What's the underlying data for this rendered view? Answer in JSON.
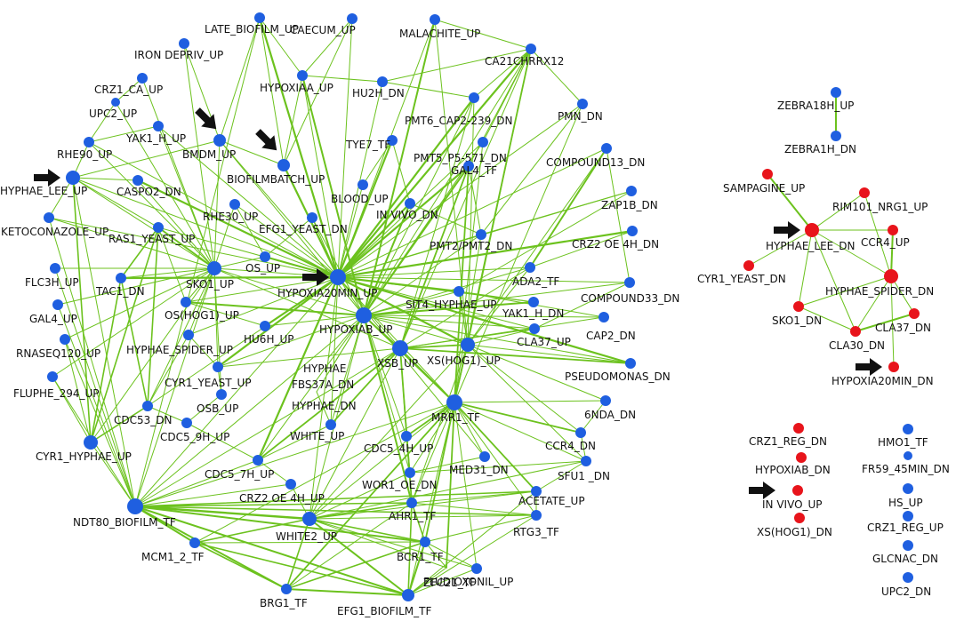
{
  "colors": {
    "edge": "#6cc21e",
    "node_blue": "#1f5fe0",
    "node_red": "#e8141b",
    "arrow": "#111111",
    "label": "#111111"
  },
  "nodes": {
    "late_biofilm_up": "LATE_BIOFILM_UP",
    "caecum_up": "CAECUM_UP",
    "malachite_up": "MALACHITE_UP",
    "iron_depriv_up": "IRON DEPRIV_UP",
    "ca21chrrx12": "CA21CHRRX12",
    "crz1_ca_up": "CRZ1_CA_UP",
    "hypoxiaa_up": "HYPOXIAA_UP",
    "hu2h_dn": "HU2H_DN",
    "upc2_up": "UPC2_UP",
    "pmt6_cap2_239_dn": "PMT6_CAP2-239_DN",
    "pmn_dn": "PMN_DN",
    "yak1_h_up": "YAK1_H_UP",
    "bmdm_up": "BMDM_UP",
    "rhe90_up": "RHE90_UP",
    "tye7_tf": "TYE7_TF",
    "pmt5_p5_571_dn": "PMT5_P5-571_DN",
    "compound13_dn": "COMPOUND13_DN",
    "biofilmbatch_up": "BIOFILMBATCH_UP",
    "hyphae_lee_up": "HYPHAE_LEE_UP",
    "caspo2_dn": "CASPO2_DN",
    "blood_up": "BLOOD_UP",
    "gal4_tf": "GAL4_TF",
    "zap1b_dn": "ZAP1B_DN",
    "rhe30_up": "RHE30_UP",
    "in_vivo_dn": "IN VIVO_DN",
    "ketoconazole_up": "KETOCONAZOLE_UP",
    "efg1_yeast_dn": "EFG1_YEAST_DN",
    "crz2_oe_4h_dn": "CRZ2 OE 4H_DN",
    "ras1_yeast_up": "RAS1_YEAST_UP",
    "pmt2_pmt2_dn": "PMT2/PMT2_DN",
    "os_up": "OS_UP",
    "flc3h_up": "FLC3H_UP",
    "sko1_up": "SKO1_UP",
    "ada2_tf": "ADA2_TF",
    "hypoxia20min_up": "HYPOXIA20MIN_UP",
    "tac1_dn": "TAC1_DN",
    "compound33_dn": "COMPOUND33_DN",
    "gal4_up": "GAL4_UP",
    "os_hog1_up": "OS(HOG1)_UP",
    "sit4_hyphae_up": "SIT4_HYPHAE_UP",
    "yak1_h_dn": "YAK1_H_DN",
    "hypoxiab_up": "HYPOXIAB_UP",
    "cap2_dn": "CAP2_DN",
    "hu6h_up": "HU6H_UP",
    "cla37_up": "CLA37_UP",
    "rnaseq120_up": "RNASEQ120_UP",
    "hyphae_spider_up": "HYPHAE_SPIDER_UP",
    "xsb_up": "XSB_UP",
    "xs_hog1_up": "XS(HOG1)_UP",
    "hyphae": "HYPHAE",
    "pseudomonas_dn": "PSEUDOMONAS_DN",
    "cyr1_yeast_up": "CYR1_YEAST_UP",
    "fbs37a_dn": "FBS37A_DN",
    "fluphe_294_up": "FLUPHE_294_UP",
    "osb_up": "OSB_UP",
    "hyphae_dn": "HYPHAE_DN",
    "cdc53_dn": "CDC53_DN",
    "mrr1_tf": "MRR1_TF",
    "6nda_dn": "6NDA_DN",
    "cdc5_9h_up": "CDC5_9H_UP",
    "white_up": "WHITE_UP",
    "cyr1_hyphae_up": "CYR1_HYPHAE_UP",
    "cdc5_4h_up": "CDC5_4H_UP",
    "ccr4_dn": "CCR4_DN",
    "med31_dn": "MED31_DN",
    "cdc5_7h_up": "CDC5_7H_UP",
    "crz2_oe_4h_up": "CRZ2 OE 4H_UP",
    "wor1_oe_dn": "WOR1_OE_DN",
    "sfu1_dn": "SFU1 _DN",
    "acetate_up": "ACETATE_UP",
    "ndt80_biofilm_tf": "NDT80_BIOFILM_TF",
    "white2_up": "WHITE2_UP",
    "ahr1_tf": "AHR1_TF",
    "rtg3_tf": "RTG3_TF",
    "mcm1_2_tf": "MCM1_2_TF",
    "bcr1_tf": "BCR1_TF",
    "fludioxonil_up": "FLUDIOXONIL_UP",
    "zfc21_tf": "ZFC21_TF",
    "brg1_tf": "BRG1_TF",
    "efg1_biofilm_tf": "EFG1_BIOFILM_TF"
  },
  "pair": {
    "zebra18h_up": "ZEBRA18H_UP",
    "zebra1h_dn": "ZEBRA1H_DN"
  },
  "red_cluster": {
    "sampagine_up": "SAMPAGINE_UP",
    "rim101_nrg1_up": "RIM101_NRG1_UP",
    "hyphae_lee_dn": "HYPHAE_LEE_DN",
    "ccr4_up": "CCR4_UP",
    "cyr1_yeast_dn": "CYR1_YEAST_DN",
    "hyphae_spider_dn": "HYPHAE_SPIDER_DN",
    "sko1_dn": "SKO1_DN",
    "cla37_dn": "CLA37_DN",
    "cla30_dn": "CLA30_DN",
    "hypoxia20min_dn": "HYPOXIA20MIN_DN"
  },
  "red_singletons": {
    "crz1_reg_dn": "CRZ1_REG_DN",
    "hypoxiab_dn": "HYPOXIAB_DN",
    "in_vivo_up": "IN VIVO_UP",
    "xs_hog1_dn": "XS(HOG1)_DN"
  },
  "blue_singletons": {
    "hmo1_tf": "HMO1_TF",
    "fr59_45min_dn": "FR59_45MIN_DN",
    "hs_up": "HS_UP",
    "crz1_reg_up": "CRZ1_REG_UP",
    "glcnac_dn": "GLCNAC_DN",
    "upc2_dn": "UPC2_DN"
  }
}
